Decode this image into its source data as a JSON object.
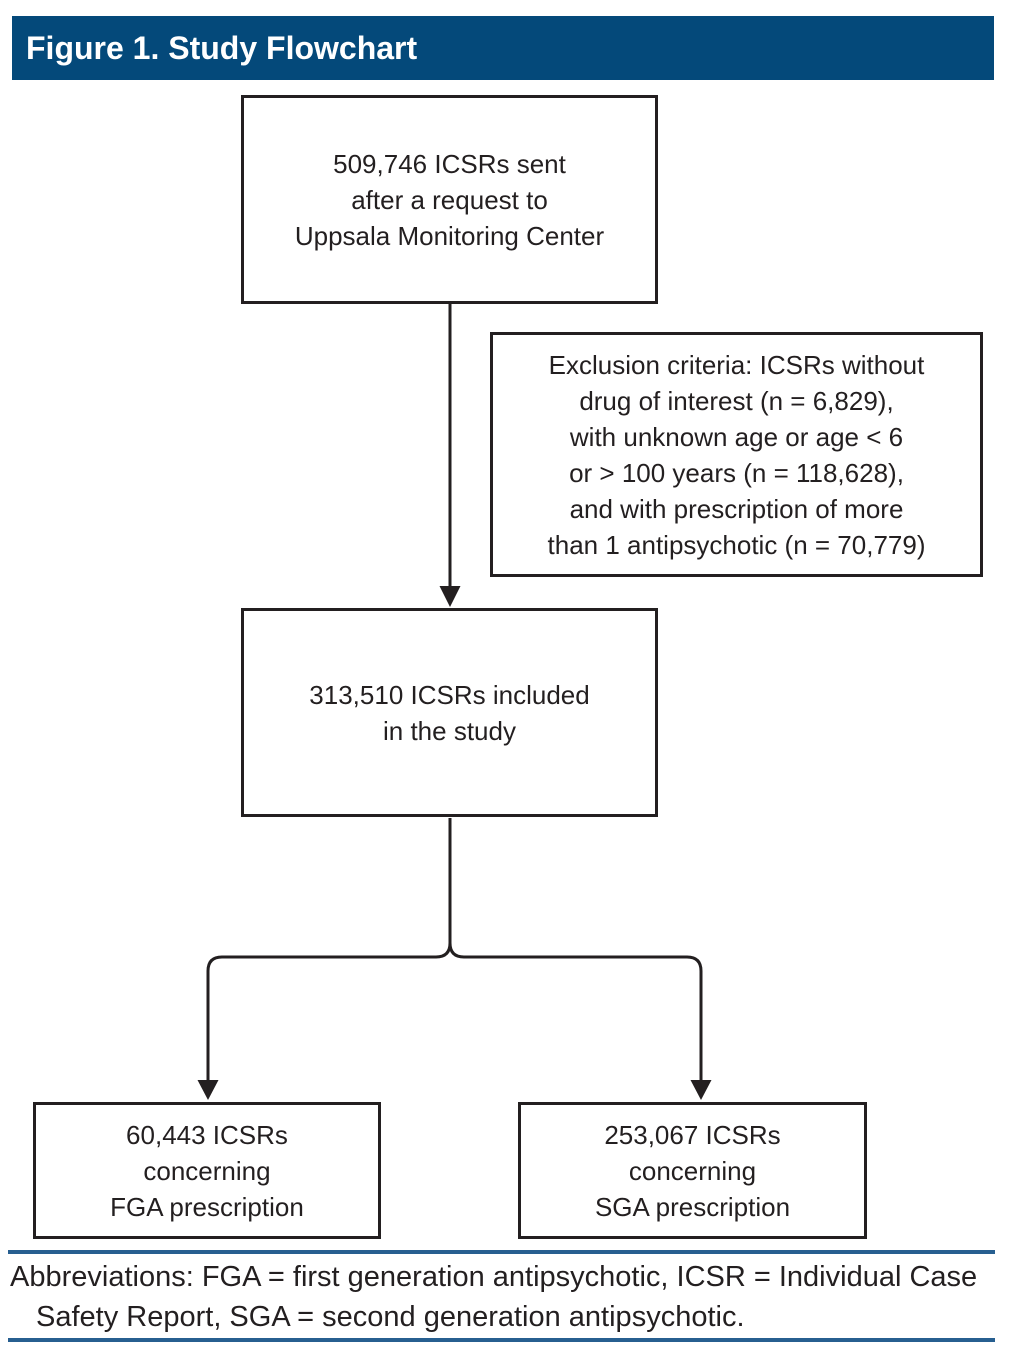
{
  "header": {
    "title": "Figure 1. Study Flowchart"
  },
  "flowchart": {
    "start": {
      "text": "509,746 ICSRs sent\nafter a request to\nUppsala Monitoring Center"
    },
    "exclusion": {
      "text": "Exclusion criteria: ICSRs without\ndrug of interest (n = 6,829),\nwith unknown age or age < 6\nor > 100 years (n = 118,628),\nand with prescription of more\nthan 1 antipsychotic (n = 70,779)"
    },
    "included": {
      "text": "313,510 ICSRs included\nin the study"
    },
    "fga": {
      "text": "60,443 ICSRs\nconcerning\nFGA prescription"
    },
    "sga": {
      "text": "253,067 ICSRs\nconcerning\nSGA prescription"
    }
  },
  "footer": {
    "abbreviations_line1": "Abbreviations: FGA = first generation antipsychotic, ICSR = Individual Case",
    "abbreviations_line2": "Safety Report, SGA = second generation antipsychotic."
  },
  "colors": {
    "header_bar_blue": "#04497a",
    "rule_blue": "#275f90",
    "ink": "#231f20",
    "background": "#ffffff"
  }
}
